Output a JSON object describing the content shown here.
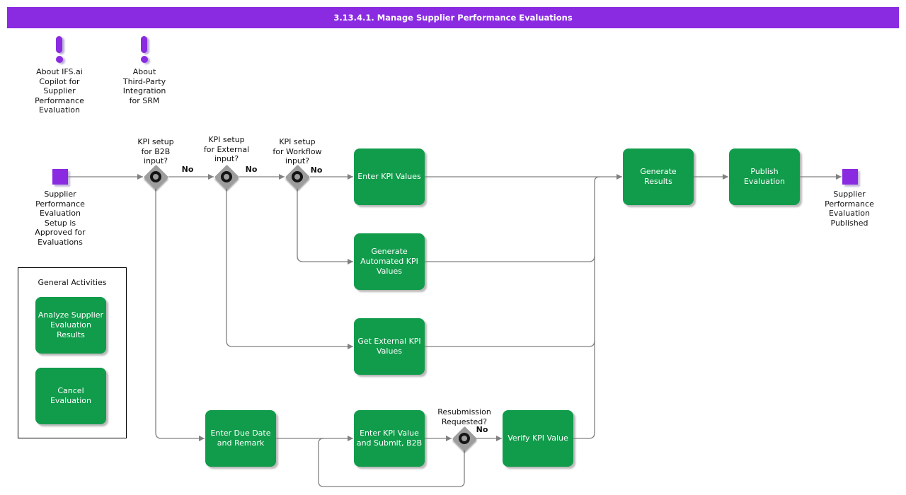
{
  "title_bar": {
    "text": "3.13.4.1. Manage Supplier Performance Evaluations"
  },
  "notes": [
    {
      "label": "About IFS.ai\nCopilot for\nSupplier\nPerformance\nEvaluation"
    },
    {
      "label": "About\nThird-Party\nIntegration\nfor SRM"
    }
  ],
  "events": {
    "start_label": "Supplier\nPerformance\nEvaluation\nSetup is\nApproved for\nEvaluations",
    "end_label": "Supplier\nPerformance\nEvaluation\nPublished"
  },
  "decisions": [
    {
      "label": "KPI setup\nfor B2B\ninput?",
      "branch": "No"
    },
    {
      "label": "KPI setup\nfor External\ninput?",
      "branch": "No"
    },
    {
      "label": "KPI setup\nfor Workflow\ninput?",
      "branch": "No"
    },
    {
      "label": "Resubmission\nRequested?",
      "branch": "No"
    }
  ],
  "activities": [
    {
      "label": "Enter KPI Values"
    },
    {
      "label": "Generate\nAutomated KPI\nValues"
    },
    {
      "label": "Get External KPI\nValues"
    },
    {
      "label": "Enter Due Date\nand Remark"
    },
    {
      "label": "Enter KPI Value\nand Submit, B2B"
    },
    {
      "label": "Verify KPI Value"
    },
    {
      "label": "Generate\nResults"
    },
    {
      "label": "Publish\nEvaluation"
    }
  ],
  "general_activities": {
    "title": "General Activities",
    "items": [
      {
        "label": "Analyze Supplier\nEvaluation\nResults"
      },
      {
        "label": "Cancel\nEvaluation"
      }
    ]
  },
  "colors": {
    "accent_purple": "#8A2BE2",
    "activity_green": "#119C4B",
    "connector_gray": "#808080"
  }
}
